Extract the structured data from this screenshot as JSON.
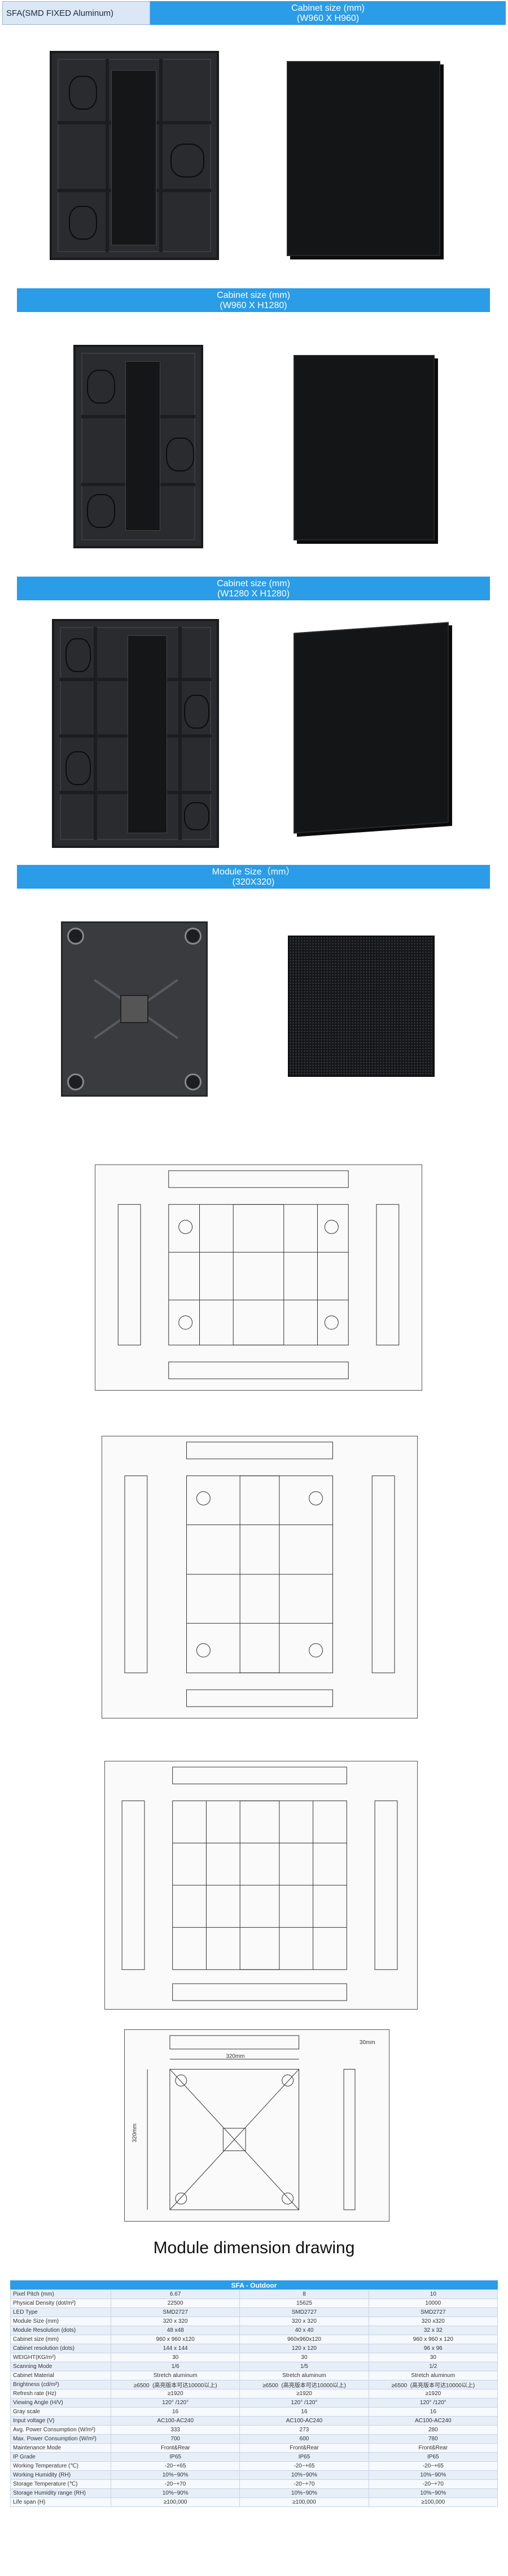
{
  "header": {
    "product_label": "SFA(SMD FIXED  Aluminum)",
    "first_cabinet_title": "Cabinet size (mm)",
    "first_cabinet_size": "(W960 X H960)"
  },
  "sections": [
    {
      "title": "Cabinet size (mm)",
      "size": "(W960 X H1280)"
    },
    {
      "title": "Cabinet size (mm)",
      "size": "(W1280 X H1280)"
    },
    {
      "title": "Module Size（mm）",
      "size": "(320X320)"
    }
  ],
  "drawing": {
    "dim_320": "320mm",
    "dim_side": "30mm"
  },
  "module_drawing_title": "Module dimension drawing",
  "spec_table": {
    "title": "SFA - Outdoor",
    "rows": [
      {
        "label": "Pixel Pitch (mm)",
        "values": [
          "6.67",
          "8",
          "10"
        ]
      },
      {
        "label": "Physical Density (dot/m²)",
        "values": [
          "22500",
          "15625",
          "10000"
        ]
      },
      {
        "label": "LED Type",
        "values": [
          "SMD2727",
          "SMD2727",
          "SMD2727"
        ]
      },
      {
        "label": "Module Size (mm)",
        "values": [
          "320 x 320",
          "320 x 320",
          "320 x320"
        ]
      },
      {
        "label": "Module Resolution (dots)",
        "values": [
          "48 x48",
          "40 x 40",
          "32 x 32"
        ]
      },
      {
        "label": "Cabinet size (mm)",
        "values": [
          "960 x 960 x120",
          "960x960x120",
          "960 x 960 x 120"
        ]
      },
      {
        "label": "Cabinet resolution (dots)",
        "values": [
          "144 x 144",
          "120 x 120",
          "96 x 96"
        ]
      },
      {
        "label": "WEIGHT(KG/m²)",
        "values": [
          "30",
          "30",
          "30"
        ]
      },
      {
        "label": "Scanning Mode",
        "values": [
          "1/6",
          "1/5",
          "1/2"
        ]
      },
      {
        "label": "Cabinet Material",
        "values": [
          "Stretch aluminum",
          "Stretch aluminum",
          "Stretch aluminum"
        ]
      },
      {
        "label": "Brightness (cd/m²)",
        "values": [
          "≥6500  (高亮版本可达10000以上)",
          "≥6500  (高亮版本可达10000以上)",
          "≥6500  (高亮版本可达10000以上)"
        ]
      },
      {
        "label": "Refresh rate (Hz)",
        "values": [
          "≥1920",
          "≥1920",
          "≥1920"
        ]
      },
      {
        "label": "Viewing Angle (H/V)",
        "values": [
          "120° /120°",
          "120° /120°",
          "120° /120°"
        ]
      },
      {
        "label": "Gray scale",
        "values": [
          "16",
          "16",
          "16"
        ]
      },
      {
        "label": "Input voltage (V)",
        "values": [
          "AC100-AC240",
          "AC100-AC240",
          "AC100-AC240"
        ]
      },
      {
        "label": "Avg. Power Consumption (W/m²)",
        "values": [
          "333",
          "273",
          "280"
        ]
      },
      {
        "label": "Max. Power Consumption (W/m²)",
        "values": [
          "700",
          "600",
          "780"
        ]
      },
      {
        "label": "Maintenance Mode",
        "values": [
          "Front&Rear",
          "Front&Rear",
          "Front&Rear"
        ]
      },
      {
        "label": "IP Grade",
        "values": [
          "IP65",
          "IP65",
          "IP65"
        ]
      },
      {
        "label": "Working Temperature (℃)",
        "values": [
          "-20~+65",
          "-20~+65",
          "-20~+65"
        ]
      },
      {
        "label": "Working Humidity (RH)",
        "values": [
          "10%~90%",
          "10%~90%",
          "10%~90%"
        ]
      },
      {
        "label": "Storage Temperature (℃)",
        "values": [
          "-20~+70",
          "-20~+70",
          "-20~+70"
        ]
      },
      {
        "label": "Storage Humidity range (RH)",
        "values": [
          "10%~90%",
          "10%~90%",
          "10%~90%"
        ]
      },
      {
        "label": "Life span (H)",
        "values": [
          "≥100,000",
          "≥100,000",
          "≥100,000"
        ]
      }
    ]
  }
}
